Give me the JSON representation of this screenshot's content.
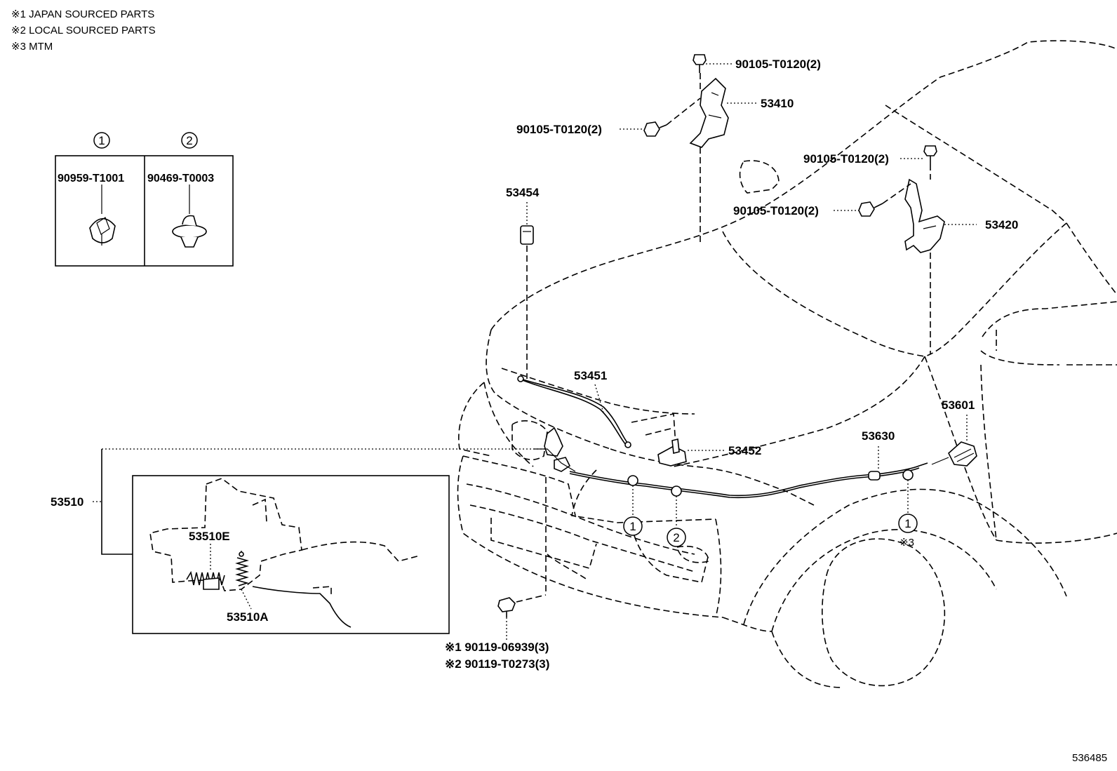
{
  "notes": [
    "※1 JAPAN SOURCED PARTS",
    "※2 LOCAL SOURCED PARTS",
    "※3 MTM"
  ],
  "legend": {
    "items": [
      {
        "marker": "1",
        "part": "90959-T1001"
      },
      {
        "marker": "2",
        "part": "90469-T0003"
      }
    ]
  },
  "parts": {
    "hinge_rh": "53410",
    "hinge_lh": "53420",
    "bolt_a": "90105-T0120(2)",
    "bolt_b": "90105-T0120(2)",
    "bolt_c": "90105-T0120(2)",
    "bolt_d": "90105-T0120(2)",
    "cushion": "53454",
    "support_rod": "53451",
    "rod_holder": "53452",
    "release_cable": "53630",
    "release_lever": "53601",
    "lock_assy": "53510",
    "lock_sub_e": "53510E",
    "lock_sub_a": "53510A",
    "bolt_j": "※1 90119-06939(3)",
    "bolt_l": "※2 90119-T0273(3)",
    "mtm_mark": "※3"
  },
  "markers": {
    "one": "1",
    "two": "2"
  },
  "diagram_id": "536485"
}
